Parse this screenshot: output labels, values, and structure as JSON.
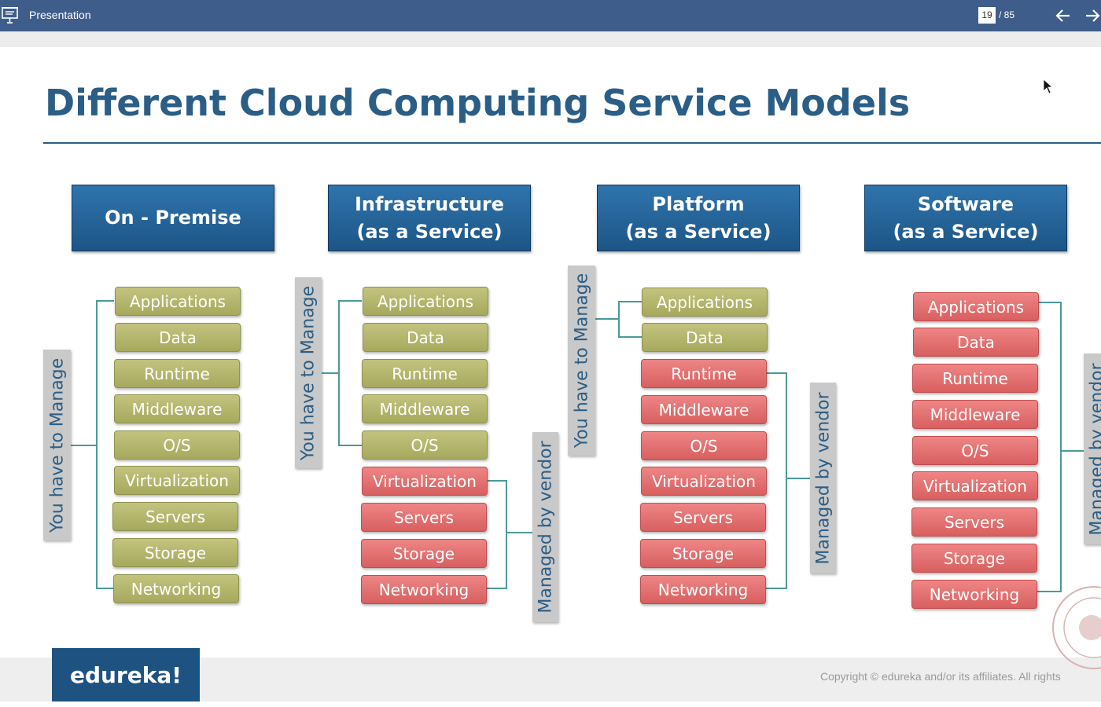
{
  "app": {
    "title": "Presentation",
    "current_page": "19",
    "page_total": "/ 85"
  },
  "slide": {
    "title": "Different Cloud Computing Service Models",
    "columns": [
      {
        "header_line1": "On - Premise",
        "header_line2": "",
        "manage_label": "You have to Manage",
        "items": [
          {
            "label": "Applications",
            "state": "manage"
          },
          {
            "label": "Data",
            "state": "manage"
          },
          {
            "label": "Runtime",
            "state": "manage"
          },
          {
            "label": "Middleware",
            "state": "manage"
          },
          {
            "label": "O/S",
            "state": "manage"
          },
          {
            "label": "Virtualization",
            "state": "manage"
          },
          {
            "label": "Servers",
            "state": "manage"
          },
          {
            "label": "Storage",
            "state": "manage"
          },
          {
            "label": "Networking",
            "state": "manage"
          }
        ]
      },
      {
        "header_line1": "Infrastructure",
        "header_line2": "(as a Service)",
        "manage_label": "You have to Manage",
        "vendor_label": "Managed by vendor",
        "items": [
          {
            "label": "Applications",
            "state": "manage"
          },
          {
            "label": "Data",
            "state": "manage"
          },
          {
            "label": "Runtime",
            "state": "manage"
          },
          {
            "label": "Middleware",
            "state": "manage"
          },
          {
            "label": "O/S",
            "state": "manage"
          },
          {
            "label": "Virtualization",
            "state": "vendor"
          },
          {
            "label": "Servers",
            "state": "vendor"
          },
          {
            "label": "Storage",
            "state": "vendor"
          },
          {
            "label": "Networking",
            "state": "vendor"
          }
        ]
      },
      {
        "header_line1": "Platform",
        "header_line2": "(as a Service)",
        "manage_label": "You have to Manage",
        "vendor_label": "Managed by vendor",
        "items": [
          {
            "label": "Applications",
            "state": "manage"
          },
          {
            "label": "Data",
            "state": "manage"
          },
          {
            "label": "Runtime",
            "state": "vendor"
          },
          {
            "label": "Middleware",
            "state": "vendor"
          },
          {
            "label": "O/S",
            "state": "vendor"
          },
          {
            "label": "Virtualization",
            "state": "vendor"
          },
          {
            "label": "Servers",
            "state": "vendor"
          },
          {
            "label": "Storage",
            "state": "vendor"
          },
          {
            "label": "Networking",
            "state": "vendor"
          }
        ]
      },
      {
        "header_line1": "Software",
        "header_line2": "(as a Service)",
        "vendor_label": "Managed by vendor",
        "items": [
          {
            "label": "Applications",
            "state": "vendor"
          },
          {
            "label": "Data",
            "state": "vendor"
          },
          {
            "label": "Runtime",
            "state": "vendor"
          },
          {
            "label": "Middleware",
            "state": "vendor"
          },
          {
            "label": "O/S",
            "state": "vendor"
          },
          {
            "label": "Virtualization",
            "state": "vendor"
          },
          {
            "label": "Servers",
            "state": "vendor"
          },
          {
            "label": "Storage",
            "state": "vendor"
          },
          {
            "label": "Networking",
            "state": "vendor"
          }
        ]
      }
    ],
    "logo": "edureka!",
    "copyright": "Copyright © edureka and/or its affiliates. All rights"
  },
  "colors": {
    "topbar": "#3f5d8a",
    "title": "#2b5e86",
    "header": "#1c5586",
    "manage_pill": "#b3b56a",
    "vendor_pill": "#e06a6a",
    "label_bg": "#c9c9c9"
  },
  "icons": {
    "presentation": "presentation-icon",
    "back": "arrow-left-icon",
    "forward": "arrow-right-icon",
    "cursor": "mouse-pointer-icon",
    "seal": "university-seal-icon"
  }
}
